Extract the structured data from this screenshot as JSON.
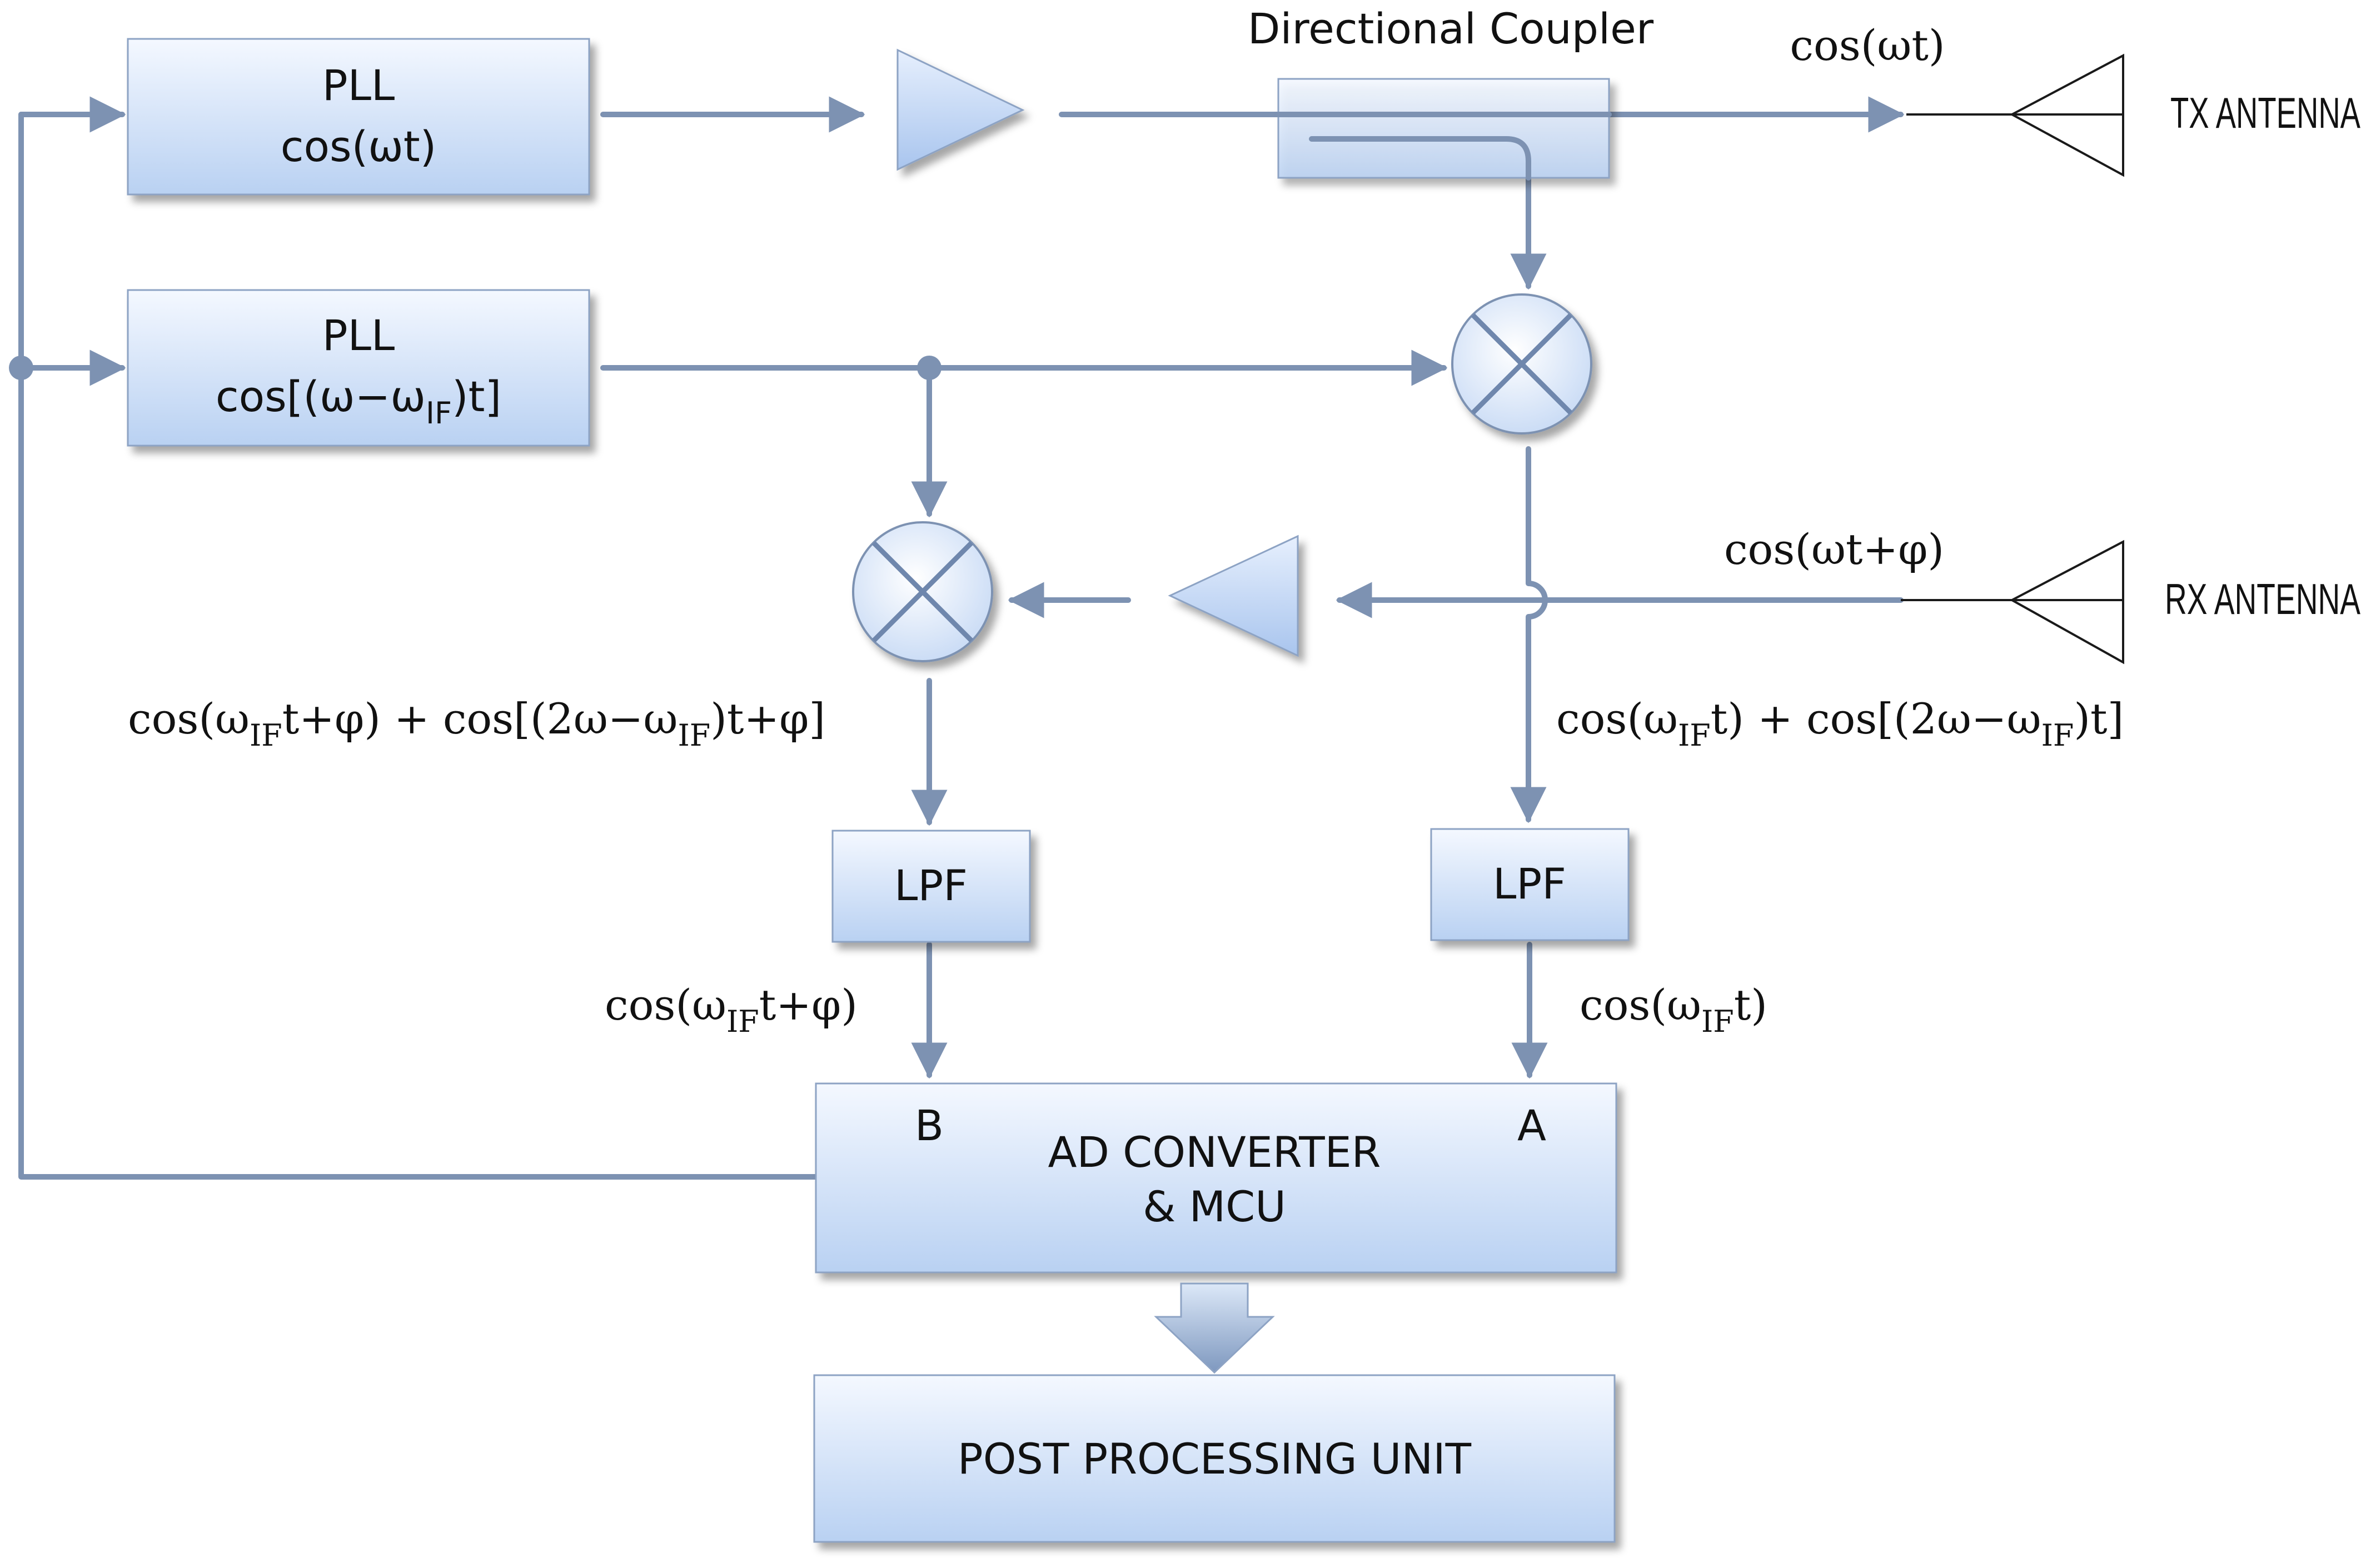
{
  "blocks": {
    "pll1": {
      "title": "PLL",
      "signal": "cos(ωt)"
    },
    "pll2": {
      "title": "PLL",
      "signal_pre": "cos[(ω−ω",
      "signal_sub": "IF",
      "signal_post": ")t]"
    },
    "coupler": {
      "label": "Directional Coupler"
    },
    "lpf_b": {
      "label": "LPF"
    },
    "lpf_a": {
      "label": "LPF"
    },
    "adc": {
      "line1": "AD CONVERTER",
      "line2": "& MCU",
      "port_b": "B",
      "port_a": "A"
    },
    "post": {
      "label": "POST PROCESSING UNIT"
    }
  },
  "antennas": {
    "tx": "TX ANTENNA",
    "rx": "RX ANTENNA"
  },
  "signals": {
    "tx_out": "cos(ωt)",
    "rx_in": "cos(ωt+φ)",
    "mix_b": {
      "p1": "cos(ω",
      "s1": "IF",
      "p2": "t+φ) + cos[(2ω−ω",
      "s2": "IF",
      "p3": ")t+φ]"
    },
    "mix_a": {
      "p1": "cos(ω",
      "s1": "IF",
      "p2": "t) + cos[(2ω−ω",
      "s2": "IF",
      "p3": ")t]"
    },
    "lpf_b_out": {
      "p1": "cos(ω",
      "s1": "IF",
      "p2": "t+φ)"
    },
    "lpf_a_out": {
      "p1": "cos(ω",
      "s1": "IF",
      "p2": "t)"
    }
  },
  "colors": {
    "wire": "#7d92b2",
    "box_top": "#f4f8ff",
    "box_bottom": "#b9d1f2",
    "box_border": "#8da3c4"
  }
}
